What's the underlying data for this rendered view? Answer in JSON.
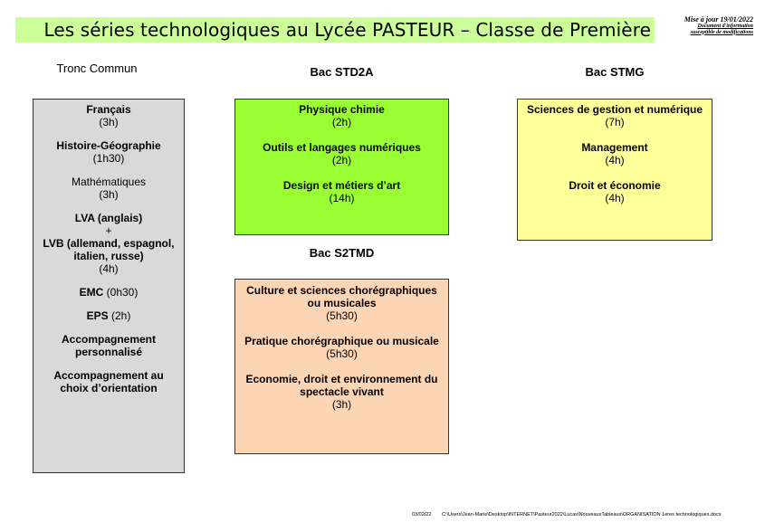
{
  "header": {
    "title": "Les séries technologiques au Lycée PASTEUR – Classe de Première",
    "update_line1": "Mise à jour 19/01/2022",
    "update_line2": "Document d'information",
    "update_line3": "susceptible de modifications"
  },
  "columns": {
    "tronc_heading": "Tronc Commun",
    "std2a_heading": "Bac STD2A",
    "s2tmd_heading": "Bac S2TMD",
    "stmg_heading": "Bac STMG"
  },
  "tronc": {
    "francais": "Français",
    "francais_h": "(3h)",
    "histgeo": "Histoire-Géographie",
    "histgeo_h": "(1h30)",
    "maths": "Mathématiques",
    "maths_h": "(3h)",
    "lva": "LVA (anglais)",
    "plus": "+",
    "lvb": "LVB (allemand, espagnol, italien, russe)",
    "lv_h": "(4h)",
    "emc": "EMC",
    "emc_h": "(0h30)",
    "eps": "EPS",
    "eps_h": "(2h)",
    "accomp": "Accompagnement personnalisé",
    "orient": "Accompagnement au choix d’orientation"
  },
  "std2a": {
    "s1": "Physique chimie",
    "s1_h": "(2h)",
    "s2": "Outils et langages numériques",
    "s2_h": "(2h)",
    "s3": "Design et métiers d’art",
    "s3_h": "(14h)"
  },
  "s2tmd": {
    "s1": "Culture et sciences chorégraphiques ou musicales",
    "s1_h": "(5h30)",
    "s2": "Pratique chorégraphique ou musicale",
    "s2_h": "(5h30)",
    "s3": "Economie, droit et environnement du spectacle vivant",
    "s3_h": "(3h)"
  },
  "stmg": {
    "s1": "Sciences de gestion et numérique",
    "s1_h": "(7h)",
    "s2": "Management",
    "s2_h": "(4h)",
    "s3": "Droit et économie",
    "s3_h": "(4h)"
  },
  "footer": {
    "date": "03/02/22",
    "path": "C:\\Users\\Jean-Marie\\Desktop\\INTERNET\\Pasteur2022\\Lucas\\NouveauxTableaux\\ORGANISATION 1eres technologiques.docx"
  },
  "colors": {
    "title_band": "#ccff99",
    "tronc": "#d9d9d9",
    "std2a": "#99ff33",
    "s2tmd": "#fcd5b4",
    "stmg": "#ffff99"
  }
}
